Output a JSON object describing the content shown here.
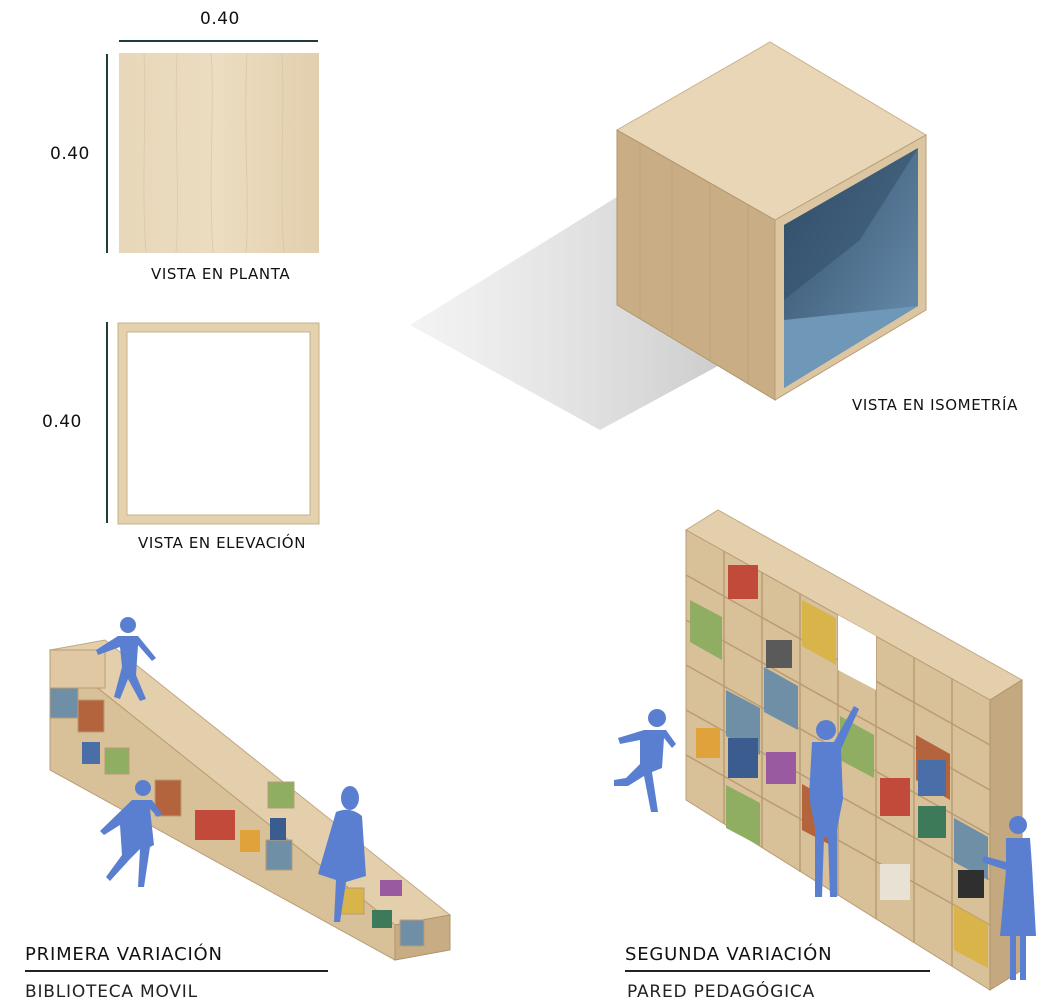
{
  "plan": {
    "width_dim": "0.40",
    "height_dim": "0.40",
    "caption": "VISTA EN PLANTA"
  },
  "elevation": {
    "height_dim": "0.40",
    "caption": "VISTA EN ELEVACIÓN"
  },
  "isometric": {
    "caption": "VISTA EN ISOMETRÍA"
  },
  "variation1": {
    "title": "PRIMERA VARIACIÓN",
    "subtitle": "BIBLIOTECA MOVIL"
  },
  "variation2": {
    "title": "SEGUNDA VARIACIÓN",
    "subtitle": "PARED PEDAGÓGICA"
  },
  "colors": {
    "wood": "#e6d3b3",
    "wood_dark": "#c9b08a",
    "box_blue": "#6f8fa6",
    "figure_blue": "#5b7fd0",
    "green": "#8fae62",
    "rust": "#b4643c",
    "yellow": "#d9b44a",
    "line": "#1e3d3c"
  }
}
